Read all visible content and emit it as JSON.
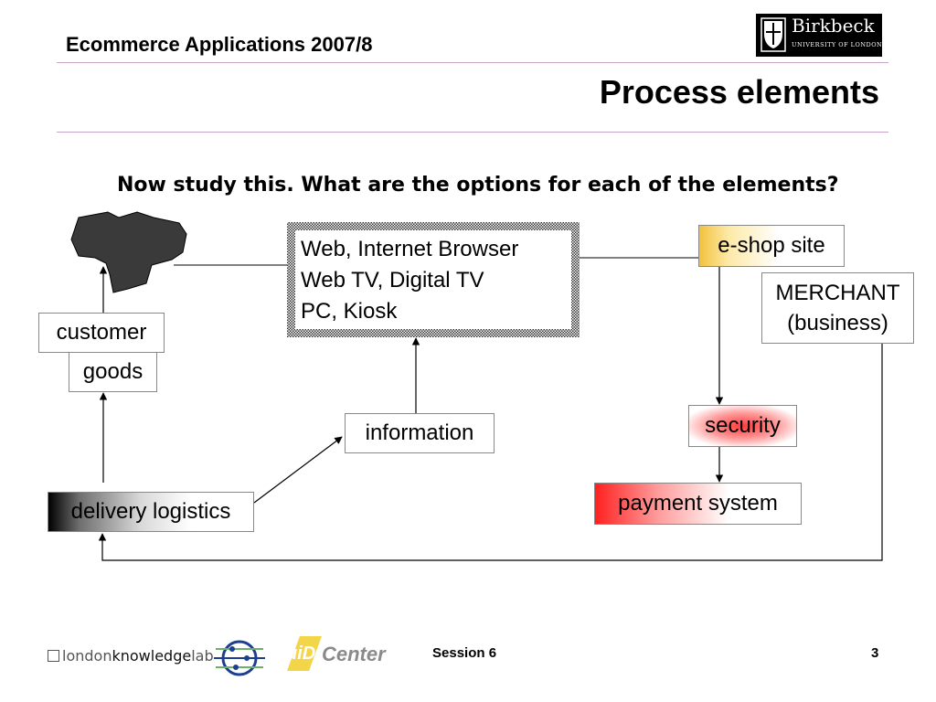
{
  "header": {
    "course_title": "Ecommerce Applications 2007/8",
    "slide_title": "Process elements",
    "logo_name": "Birkbeck",
    "logo_subtitle": "UNIVERSITY OF LONDON"
  },
  "question": "Now study this. What are the options for each of the elements?",
  "diagram": {
    "channel_lines": [
      "Web, Internet Browser",
      "Web TV, Digital TV",
      "PC, Kiosk"
    ],
    "eshop": "e-shop site",
    "merchant_lines": [
      "MERCHANT",
      "(business)"
    ],
    "customer": "customer",
    "goods": "goods",
    "security": "security",
    "information": "information",
    "payment": "payment system",
    "delivery": "delivery logistics"
  },
  "footer": {
    "session": "Session 6",
    "page": "3",
    "lkl_part1": "london",
    "lkl_part2": "knowledge",
    "lkl_part3": "lab",
    "uid_text": "Center",
    "uid_prefix": "uiD"
  },
  "colors": {
    "rule": "#c8a2c8",
    "eshop_accent": "#f2c23b",
    "security_accent": "#ff3b3b",
    "payment_accent": "#ff2020"
  }
}
